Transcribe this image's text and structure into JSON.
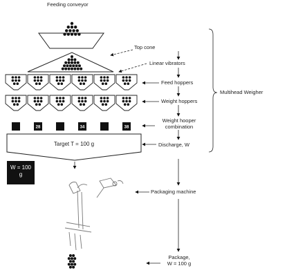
{
  "labels": {
    "feeding_conveyor": "Feeding conveyor",
    "top_cone": "Top cone",
    "linear_vibrators": "Linear vibrators",
    "feed_hoppers": "Feed hoppers",
    "weight_hoppers": "Weight hoppers",
    "combination_line1": "Weight hooper",
    "combination_line2": "combination",
    "discharge": "Discharge, W",
    "multihead_weigher": "Multihead Weigher",
    "packaging_machine": "Packaging machine",
    "package_line1": "Package,",
    "package_line2": "W = 100 g",
    "target": "Target T = 100 g",
    "badge_line1": "W = 100",
    "badge_line2": "g"
  },
  "combination_cells": [
    "",
    "28",
    "",
    "34",
    "",
    "38"
  ],
  "selected_cells": [
    false,
    true,
    false,
    true,
    false,
    true
  ]
}
